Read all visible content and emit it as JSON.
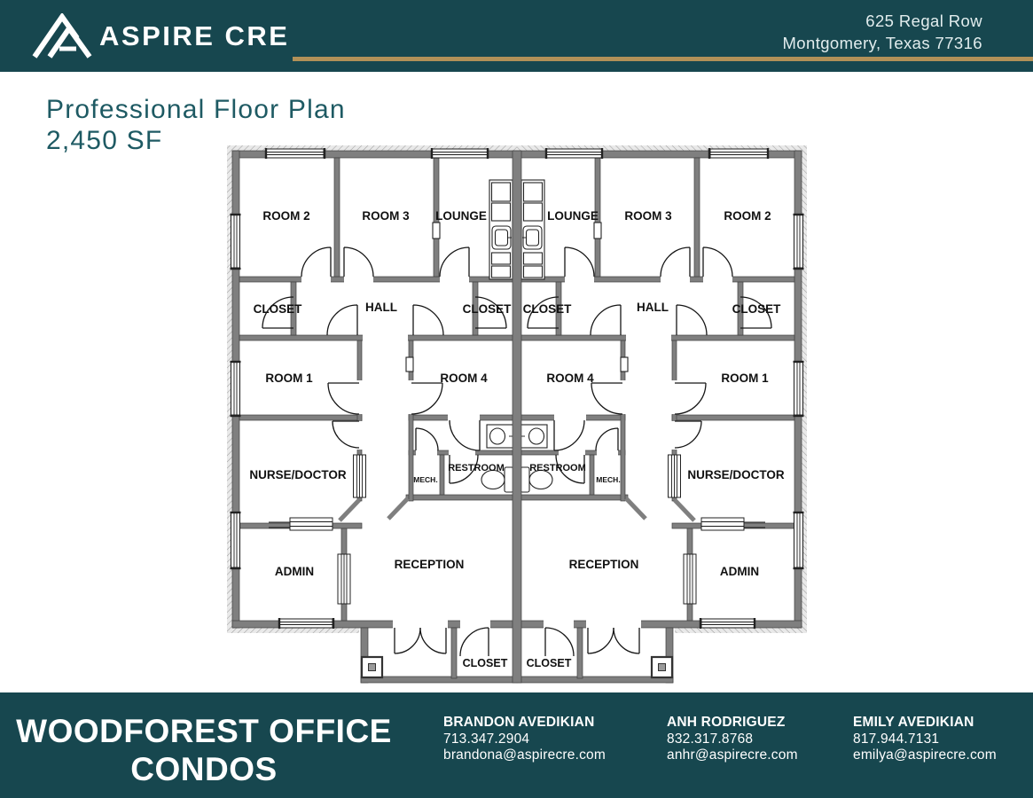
{
  "header": {
    "brand": "ASPIRE CRE",
    "address_line1": "625 Regal Row",
    "address_line2": "Montgomery, Texas 77316"
  },
  "title": {
    "line1": "Professional Floor Plan",
    "line2": "2,450 SF"
  },
  "floor_plan": {
    "left_labels": [
      "ROOM 2",
      "ROOM 3",
      "LOUNGE",
      "CLOSET",
      "HALL",
      "CLOSET",
      "ROOM 1",
      "ROOM 4",
      "NURSE/DOCTOR",
      "MECH.",
      "RESTROOM",
      "ADMIN",
      "RECEPTION",
      "CLOSET"
    ],
    "right_labels": [
      "LOUNGE",
      "ROOM 3",
      "ROOM 2",
      "CLOSET",
      "HALL",
      "CLOSET",
      "ROOM 4",
      "ROOM 1",
      "RESTROOM",
      "MECH.",
      "NURSE/DOCTOR",
      "RECEPTION",
      "ADMIN",
      "CLOSET"
    ]
  },
  "footer": {
    "building_line1": "WOODFOREST OFFICE",
    "building_line2": "CONDOS",
    "contacts": [
      {
        "name": "BRANDON AVEDIKIAN",
        "phone": "713.347.2904",
        "email": "brandona@aspirecre.com"
      },
      {
        "name": "ANH RODRIGUEZ",
        "phone": "832.317.8768",
        "email": "anhr@aspirecre.com"
      },
      {
        "name": "EMILY AVEDIKIAN",
        "phone": "817.944.7131",
        "email": "emilya@aspirecre.com"
      }
    ]
  },
  "colors": {
    "brand_teal": "#17474f",
    "accent_gold": "#b29158",
    "title_teal": "#1e5a63",
    "wall_gray": "#7f7f7f"
  }
}
